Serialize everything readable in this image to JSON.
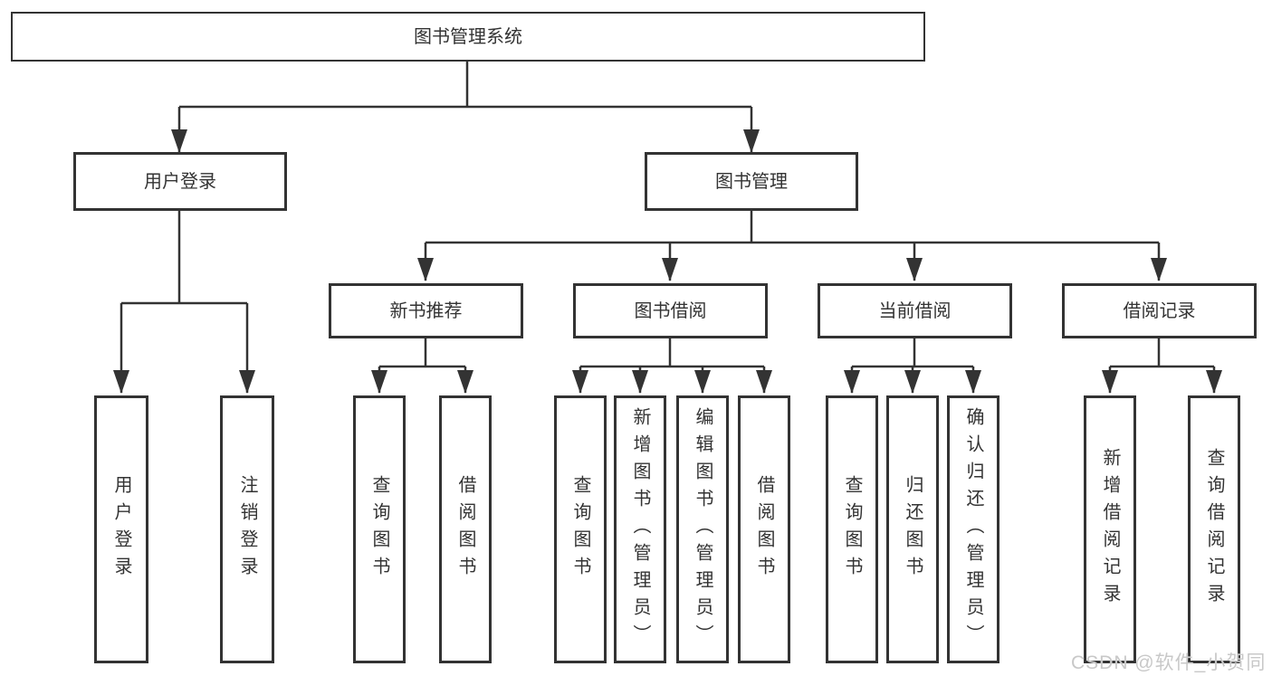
{
  "diagram": {
    "root": {
      "label": "图书管理系统"
    },
    "branches": {
      "user_login": {
        "label": "用户登录"
      },
      "book_management": {
        "label": "图书管理"
      }
    },
    "modules": {
      "new_book_recommend": {
        "label": "新书推荐"
      },
      "book_borrow": {
        "label": "图书借阅"
      },
      "current_borrow": {
        "label": "当前借阅"
      },
      "borrow_record": {
        "label": "借阅记录"
      }
    },
    "leaves": {
      "login_user_login": {
        "label": "用户登录"
      },
      "login_logout": {
        "label": "注销登录"
      },
      "recommend_query_book": {
        "label": "查询图书"
      },
      "recommend_borrow_book": {
        "label": "借阅图书"
      },
      "borrow_query_book": {
        "label": "查询图书"
      },
      "borrow_add_book": {
        "label": "新增图书（管理员）"
      },
      "borrow_edit_book": {
        "label": "编辑图书（管理员）"
      },
      "borrow_borrow_book": {
        "label": "借阅图书"
      },
      "current_query_book": {
        "label": "查询图书"
      },
      "current_return_book": {
        "label": "归还图书"
      },
      "current_confirm_return": {
        "label": "确认归还（管理员）"
      },
      "record_add_record": {
        "label": "新增借阅记录"
      },
      "record_query_record": {
        "label": "查询借阅记录"
      }
    }
  },
  "watermark": {
    "text": "CSDN @软件_小贺同学"
  },
  "colors": {
    "line": "#333333",
    "text": "#333333",
    "background": "#ffffff",
    "watermark": "#c8c8c8"
  }
}
